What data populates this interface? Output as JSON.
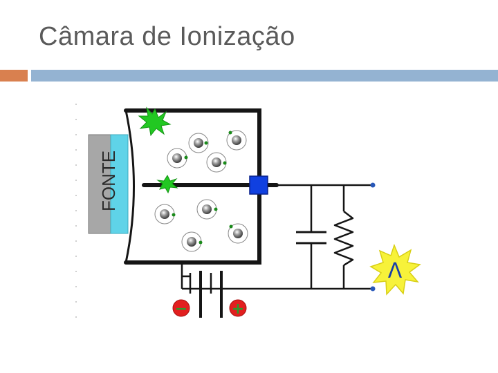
{
  "slide": {
    "title": "Câmara de Ionização"
  },
  "diagram": {
    "source_label": "FONTE",
    "meter_symbol": "Λ",
    "battery_negative": "−",
    "battery_positive": "+"
  },
  "colors": {
    "title_text": "#5a5a5a",
    "accent_orange": "#d9804f",
    "accent_blue": "#94b3d2",
    "source_cyan": "#5fd3e8",
    "source_gray": "#a7a7a7",
    "electrode_blue": "#1040e0",
    "burst_green": "#22c822",
    "meter_yellow": "#f7f23a",
    "battery_red": "#e21f1f"
  },
  "icons": [
    "ion-pair-icon",
    "radiation-burst-icon",
    "meter-flash-icon",
    "capacitor-symbol",
    "resistor-symbol",
    "battery-symbol"
  ]
}
